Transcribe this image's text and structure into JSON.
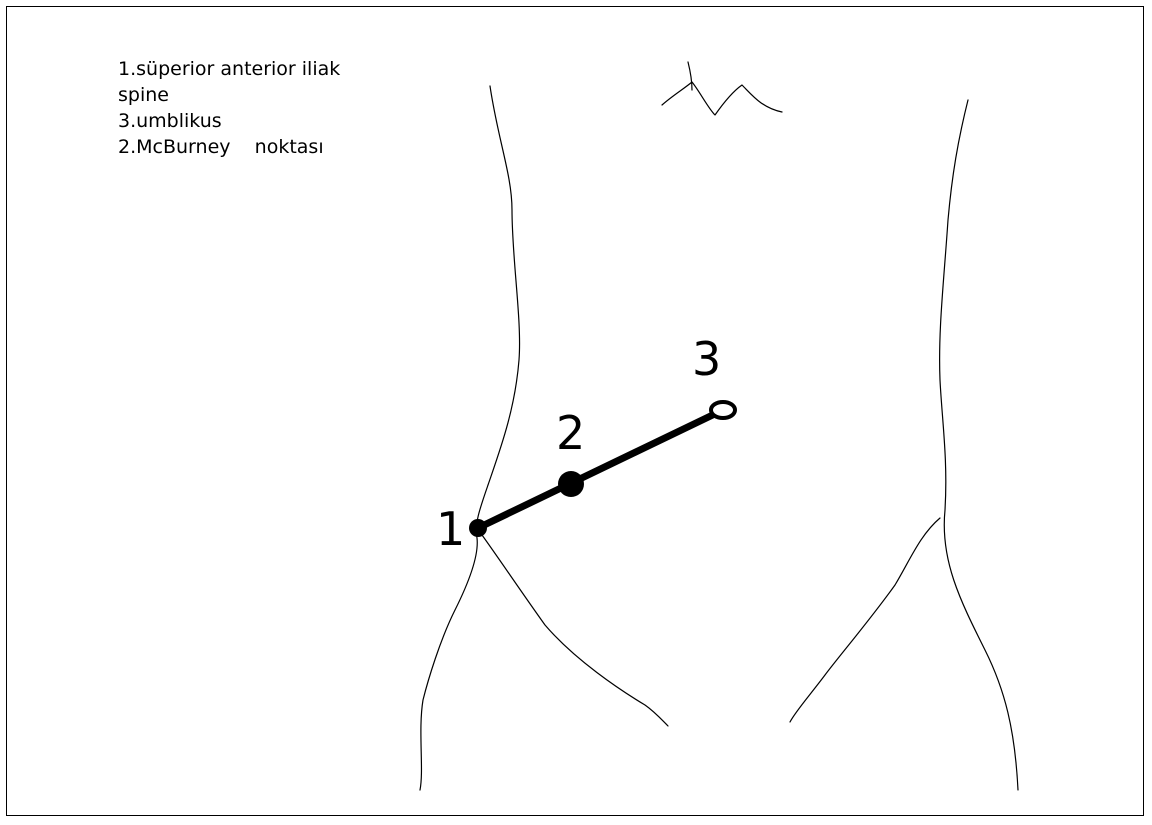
{
  "legend": {
    "line1": "1.süperior anterior iliak",
    "line2": "spine",
    "line3": "3.umblikus",
    "line4": "2.McBurney    noktası"
  },
  "points": {
    "p1": "1",
    "p2": "2",
    "p3": "3"
  }
}
